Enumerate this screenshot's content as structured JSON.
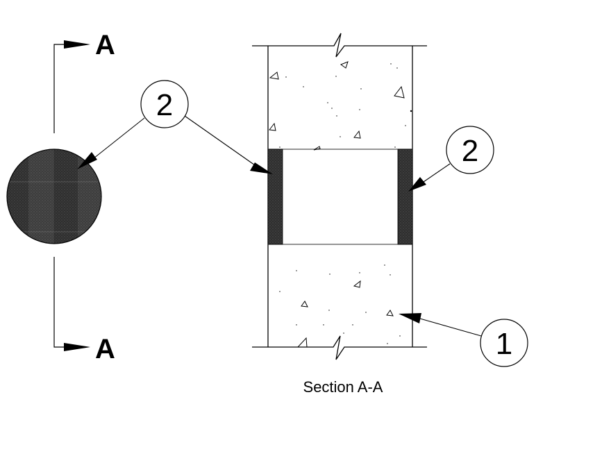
{
  "section_markers": [
    {
      "label": "A",
      "position": "top"
    },
    {
      "label": "A",
      "position": "bottom"
    }
  ],
  "callouts": [
    {
      "number": "2",
      "target": "sealant plug (plan view)"
    },
    {
      "number": "2",
      "target": "sealant (right side of opening)"
    },
    {
      "number": "1",
      "target": "concrete"
    }
  ],
  "caption": "Section A-A",
  "colors": {
    "line": "#000000",
    "fill_dark": "#2e2e2e",
    "fill_mid": "#3c3c3c",
    "background": "#ffffff"
  }
}
